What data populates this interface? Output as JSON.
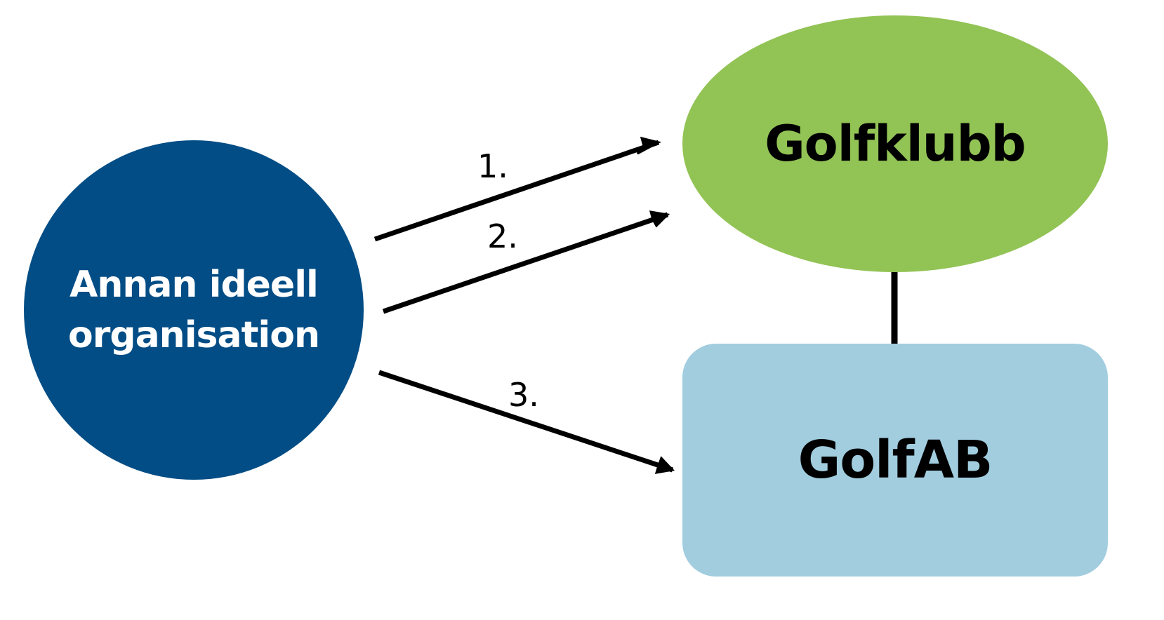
{
  "nodes": {
    "organisation": {
      "line1": "Annan ideell",
      "line2": "organisation",
      "color": "#024d85"
    },
    "golfklubb": {
      "label": "Golfklubb",
      "color": "#92c355"
    },
    "golfab": {
      "label": "GolfAB",
      "color": "#a1cddf"
    }
  },
  "edges": [
    {
      "label": "1.",
      "from": "organisation",
      "to": "golfklubb"
    },
    {
      "label": "2.",
      "from": "organisation",
      "to": "golfklubb"
    },
    {
      "label": "3.",
      "from": "organisation",
      "to": "golfab"
    }
  ],
  "connector": {
    "from": "golfklubb",
    "to": "golfab"
  }
}
